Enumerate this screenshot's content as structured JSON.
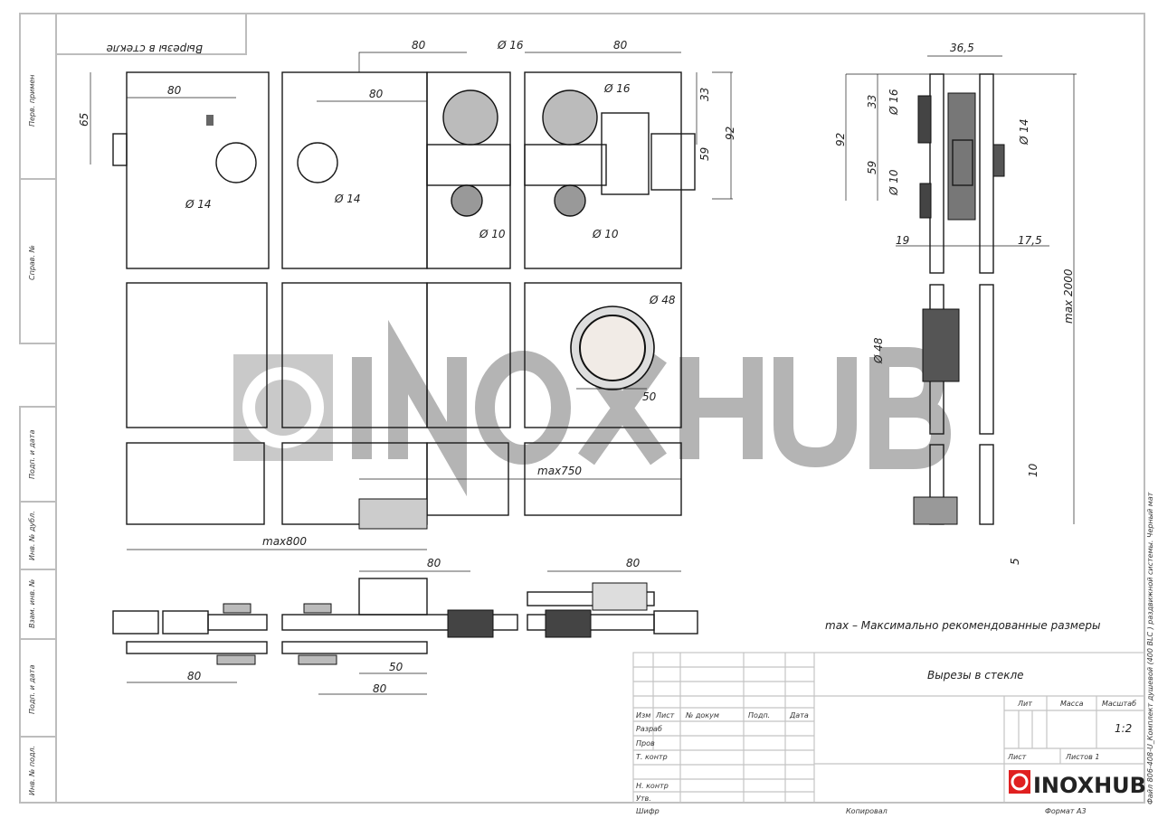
{
  "stamp": {
    "mirrored_title": "Вырезы в стекле"
  },
  "side_labels": [
    "Перв. примен",
    "Справ. №",
    "Подп. и дата",
    "Инв. № дубл.",
    "Взам. инв. №",
    "Подп. и дата",
    "Инв. № подл."
  ],
  "file_note": "Файл 806-408-U_Комплект душевой (400 BLC ) раздвижной системы. Черный мат",
  "watermark": "INOXHUB",
  "dimensions": {
    "front": [
      "80",
      "65",
      "Ø 14",
      "80",
      "Ø 14",
      "80",
      "Ø 16",
      "80",
      "Ø 16",
      "33",
      "92",
      "59",
      "Ø 10",
      "Ø 10",
      "Ø 48",
      "50",
      "max750",
      "max800"
    ],
    "plan": [
      "80",
      "80",
      "80",
      "50",
      "80"
    ],
    "side": [
      "36,5",
      "92",
      "33",
      "Ø 16",
      "59",
      "Ø 10",
      "Ø 14",
      "19",
      "17,5",
      "max 2000",
      "Ø 48",
      "10",
      "5"
    ]
  },
  "note": "max – Максимально рекомендованные размеры",
  "title_block": {
    "title": "Вырезы в стекле",
    "headers": [
      "Изм",
      "Лист",
      "№ докум",
      "Подп.",
      "Дата"
    ],
    "roles": [
      "Разраб",
      "Пров",
      "Т. контр",
      "Н. контр",
      "Утв."
    ],
    "lit": "Лит",
    "mass": "Масса",
    "scale_label": "Масштаб",
    "scale": "1:2",
    "sheet": "Лист",
    "sheets": "Листов 1",
    "logo": "INOXHUB",
    "logo_color": "#e02020",
    "footer": {
      "cipher": "Шифр",
      "copied": "Копировал",
      "format": "Формат A3"
    }
  }
}
